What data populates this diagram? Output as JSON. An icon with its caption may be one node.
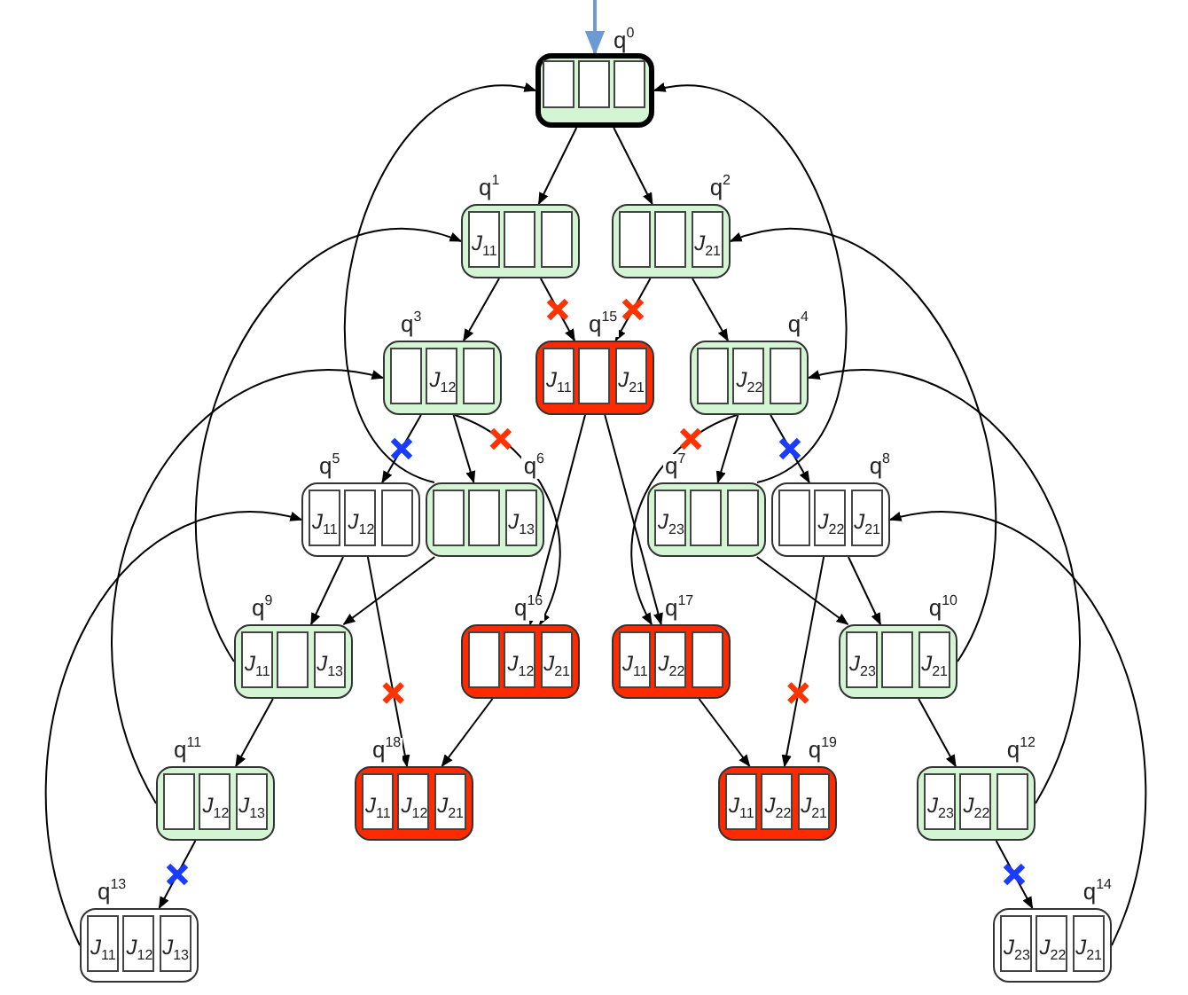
{
  "diagram": {
    "nodes": [
      {
        "text": [],
        "shape": "box",
        "beside": [
          "q$^{0}$"
        ]
      },
      {
        "text": [],
        "shape": "box",
        "in": 0
      },
      {
        "text": [],
        "shape": "box",
        "in": 0
      },
      {
        "text": [],
        "shape": "box",
        "in": 0
      },
      {
        "text": [],
        "shape": "box",
        "beside": [
          "q$^{1}$"
        ]
      },
      {
        "text": [
          "*J*$_{11}$"
        ],
        "in": 4
      },
      {
        "text": [],
        "shape": "box",
        "in": 4
      },
      {
        "text": [],
        "shape": "box",
        "in": 4
      },
      {
        "text": [],
        "shape": "box",
        "beside": [
          "q$^{2}$"
        ]
      },
      {
        "text": [],
        "shape": "box",
        "in": 8
      },
      {
        "text": [],
        "shape": "box",
        "in": 8
      },
      {
        "text": [
          "*J*$_{21}$"
        ],
        "in": 8
      },
      {
        "text": [],
        "shape": "box",
        "beside": [
          "q$^{3}$"
        ]
      },
      {
        "text": [],
        "shape": "box",
        "in": 12
      },
      {
        "text": [
          "*J*$_{12}$"
        ],
        "in": 12
      },
      {
        "text": [],
        "shape": "box",
        "in": 12
      },
      {
        "text": [],
        "shape": "box",
        "beside": [
          "q$^{15}$"
        ]
      },
      {
        "text": [
          "*J*$_{11}$"
        ],
        "in": 16
      },
      {
        "text": [],
        "shape": "box",
        "in": 16
      },
      {
        "text": [
          "*J*$_{21}$"
        ],
        "in": 16
      },
      {
        "text": [],
        "shape": "box",
        "beside": [
          "q$^{4}$"
        ]
      },
      {
        "text": [],
        "shape": "box",
        "in": 20
      },
      {
        "text": [
          "*J*$_{22}$"
        ],
        "in": 20
      },
      {
        "text": [],
        "shape": "box",
        "in": 20
      },
      {
        "text": [],
        "shape": "box",
        "beside": [
          "q$^{5}$"
        ]
      },
      {
        "text": [
          "*J*$_{11}$"
        ],
        "in": 24
      },
      {
        "text": [
          "*J*$_{12}$"
        ],
        "in": 24
      },
      {
        "text": [],
        "shape": "box",
        "in": 24
      },
      {
        "text": [],
        "shape": "box",
        "beside": [
          "q$^{6}$"
        ]
      },
      {
        "text": [],
        "shape": "box",
        "in": 28
      },
      {
        "text": [],
        "shape": "box",
        "in": 28
      },
      {
        "text": [
          "*J*$_{13}$"
        ],
        "in": 28
      },
      {
        "text": [],
        "shape": "box",
        "beside": [
          "q$^{7}$"
        ]
      },
      {
        "text": [
          "*J*$_{23}$"
        ],
        "in": 32
      },
      {
        "text": [],
        "shape": "box",
        "in": 32
      },
      {
        "text": [],
        "shape": "box",
        "in": 32
      },
      {
        "text": [],
        "shape": "box",
        "beside": [
          "q$^{8}$"
        ]
      },
      {
        "text": [],
        "shape": "box",
        "in": 36
      },
      {
        "text": [
          "*J*$_{22}$"
        ],
        "in": 36
      },
      {
        "text": [
          "*J*$_{21}$"
        ],
        "in": 36
      },
      {
        "text": [],
        "shape": "box",
        "beside": [
          "q$^{9}$"
        ]
      },
      {
        "text": [
          "*J*$_{11}$"
        ],
        "in": 40
      },
      {
        "text": [],
        "shape": "box",
        "in": 40
      },
      {
        "text": [
          "*J*$_{13}$"
        ],
        "in": 40
      },
      {
        "text": [],
        "shape": "box",
        "beside": [
          "q$^{16}$"
        ]
      },
      {
        "text": [],
        "shape": "box",
        "in": 44
      },
      {
        "text": [
          "*J*$_{12}$"
        ],
        "in": 44
      },
      {
        "text": [
          "*J*$_{21}$"
        ],
        "in": 44
      },
      {
        "text": [],
        "shape": "box",
        "beside": [
          "q$^{17}$"
        ]
      },
      {
        "text": [
          "*J*$_{11}$"
        ],
        "in": 48
      },
      {
        "text": [
          "*J*$_{22}$"
        ],
        "in": 48
      },
      {
        "text": [],
        "shape": "box",
        "in": 48
      },
      {
        "text": [],
        "shape": "box",
        "beside": [
          "q$^{10}$"
        ]
      },
      {
        "text": [
          "*J*$_{23}$"
        ],
        "in": 52
      },
      {
        "text": [],
        "shape": "box",
        "in": 52
      },
      {
        "text": [
          "*J*$_{21}$"
        ],
        "in": 52
      },
      {
        "text": [],
        "shape": "box",
        "beside": [
          "q$^{11}$"
        ]
      },
      {
        "text": [],
        "shape": "box",
        "in": 56
      },
      {
        "text": [
          "*J*$_{12}$"
        ],
        "in": 56
      },
      {
        "text": [
          "*J*$_{13}$"
        ],
        "in": 56
      },
      {
        "text": [],
        "shape": "box",
        "beside": [
          "q$^{18}$"
        ]
      },
      {
        "text": [
          "*J*$_{11}$"
        ],
        "in": 60
      },
      {
        "text": [
          "*J*$_{12}$"
        ],
        "in": 60
      },
      {
        "text": [
          "*J*$_{21}$"
        ],
        "in": 60
      },
      {
        "text": [],
        "shape": "box",
        "beside": [
          "q$^{19}$"
        ]
      },
      {
        "text": [
          "*J*$_{11}$"
        ],
        "in": 64
      },
      {
        "text": [
          "*J*$_{22}$"
        ],
        "in": 64
      },
      {
        "text": [
          "*J*$_{21}$"
        ],
        "in": 64
      },
      {
        "text": [],
        "shape": "box",
        "beside": [
          "q$^{12}$"
        ]
      },
      {
        "text": [
          "*J*$_{23}$"
        ],
        "in": 68
      },
      {
        "text": [
          "*J*$_{22}$"
        ],
        "in": 68
      },
      {
        "text": [],
        "shape": "box",
        "in": 68
      },
      {
        "text": [],
        "shape": "box",
        "beside": [
          "q$^{13}$"
        ]
      },
      {
        "text": [
          "*J*$_{11}$"
        ],
        "in": 72
      },
      {
        "text": [
          "*J*$_{12}$"
        ],
        "in": 72
      },
      {
        "text": [
          "*J*$_{13}$"
        ],
        "in": 72
      },
      {
        "text": [],
        "shape": "box",
        "beside": [
          "q$^{14}$"
        ]
      },
      {
        "text": [
          "*J*$_{23}$"
        ],
        "in": 76
      },
      {
        "text": [
          "*J*$_{22}$"
        ],
        "in": 76
      },
      {
        "text": [
          "*J*$_{21}$"
        ],
        "in": 76
      }
    ],
    "edges": [
      {
        "from": null,
        "to": 0,
        "arrow": "to",
        "color": "#6b9bd2"
      },
      {
        "from": 0,
        "to": 4,
        "arrow": "to"
      },
      {
        "from": 0,
        "to": 8,
        "arrow": "to"
      },
      {
        "from": 4,
        "to": 12,
        "arrow": "to"
      },
      {
        "from": 4,
        "to": 16,
        "arrow": "to"
      },
      {
        "from": 8,
        "to": 16,
        "arrow": "to"
      },
      {
        "from": 8,
        "to": 20,
        "arrow": "to"
      },
      {
        "from": 12,
        "to": 24,
        "arrow": "to"
      },
      {
        "from": 12,
        "to": 28,
        "arrow": "to"
      },
      {
        "from": 12,
        "to": 44,
        "arrow": "to"
      },
      {
        "from": 20,
        "to": 48,
        "arrow": "to"
      },
      {
        "from": 20,
        "to": 32,
        "arrow": "to"
      },
      {
        "from": 20,
        "to": 36,
        "arrow": "to"
      },
      {
        "from": 16,
        "to": 44,
        "arrow": "to"
      },
      {
        "from": 16,
        "to": 48,
        "arrow": "to"
      },
      {
        "from": 24,
        "to": 40,
        "arrow": "to"
      },
      {
        "from": 24,
        "to": 60,
        "arrow": "to"
      },
      {
        "from": 28,
        "to": 40,
        "arrow": "to"
      },
      {
        "from": 32,
        "to": 52,
        "arrow": "to"
      },
      {
        "from": 36,
        "to": 52,
        "arrow": "to"
      },
      {
        "from": 36,
        "to": 64,
        "arrow": "to"
      },
      {
        "from": 44,
        "to": 60,
        "arrow": "to"
      },
      {
        "from": 48,
        "to": 64,
        "arrow": "to"
      },
      {
        "from": 40,
        "to": 56,
        "arrow": "to"
      },
      {
        "from": 52,
        "to": 68,
        "arrow": "to"
      },
      {
        "from": 56,
        "to": 72,
        "arrow": "to"
      },
      {
        "from": 68,
        "to": 76,
        "arrow": "to"
      },
      {
        "from": 28,
        "to": 0,
        "arrow": "to"
      },
      {
        "from": 32,
        "to": 0,
        "arrow": "to"
      },
      {
        "from": 40,
        "to": 4,
        "arrow": "to"
      },
      {
        "from": 52,
        "to": 8,
        "arrow": "to"
      },
      {
        "from": 56,
        "to": 12,
        "arrow": "to"
      },
      {
        "from": 68,
        "to": 20,
        "arrow": "to"
      },
      {
        "from": 72,
        "to": 24,
        "arrow": "to"
      },
      {
        "from": 76,
        "to": 36,
        "arrow": "to"
      }
    ]
  }
}
